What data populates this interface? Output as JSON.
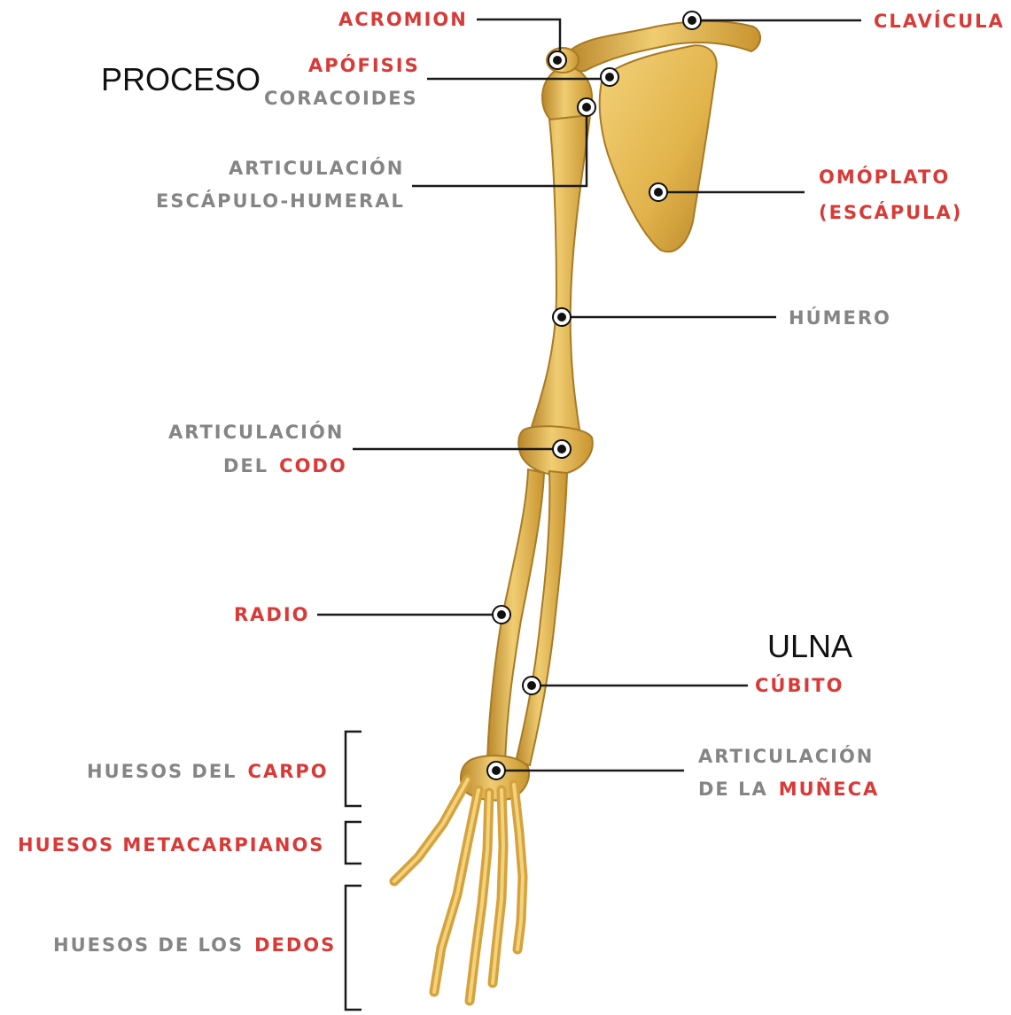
{
  "labels": {
    "acromion": "ACROMION",
    "clavicula": "CLAVÍCULA",
    "proceso": "PROCESO",
    "apofisis": "APÓFISIS",
    "coracoides": "CORACOIDES",
    "articulacion_1": "ARTICULACIÓN",
    "escapulo_humeral": "ESCÁPULO-HUMERAL",
    "omoplato": "OMÓPLATO",
    "escapula": "(ESCÁPULA)",
    "humero": "HÚMERO",
    "articulacion_2": "ARTICULACIÓN",
    "del": "DEL",
    "codo": "CODO",
    "radio": "RADIO",
    "ulna": "ULNA",
    "cubito": "CÚBITO",
    "huesos_del": "HUESOS DEL",
    "carpo": "CARPO",
    "articulacion_3": "ARTICULACIÓN",
    "de_la": "DE LA",
    "muneca": "MUÑECA",
    "huesos_metacarpianos": "HUESOS METACARPIANOS",
    "huesos_de_los": "HUESOS DE LOS",
    "dedos": "DEDOS"
  },
  "colors": {
    "bone": "#e1b34a",
    "bone_shadow": "#b9862a",
    "bone_highlight": "#f3d27a",
    "label_red": "#d83a37",
    "label_gray": "#858585",
    "leader_line": "#1a1a1a"
  }
}
